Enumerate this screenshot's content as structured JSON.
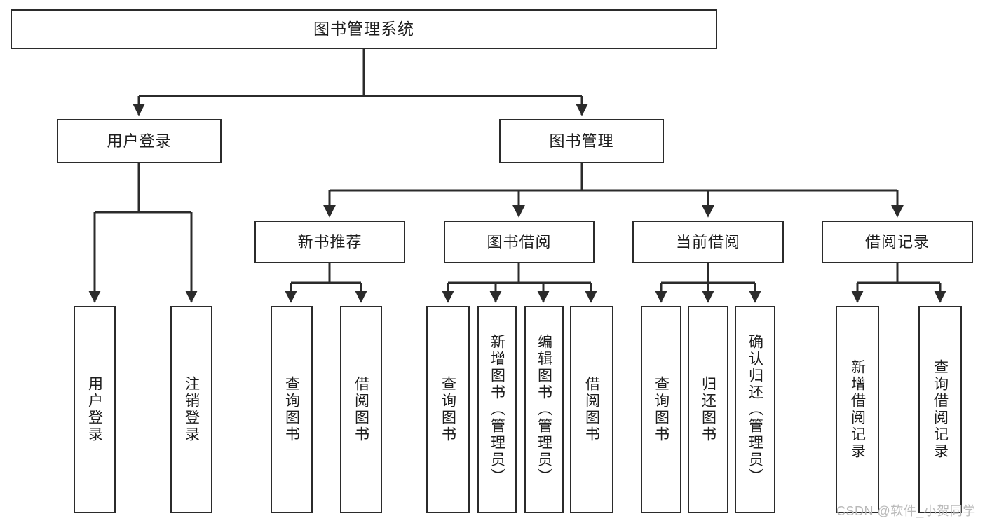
{
  "diagram": {
    "title": "图书管理系统",
    "watermark": "CSDN @软件_小贺同学",
    "colors": {
      "box_border": "#2b2b2b",
      "connector": "#2b2b2b",
      "background": "#ffffff",
      "text": "#1d1d1d",
      "watermark": "#b9b9b9"
    },
    "nodes": {
      "root": {
        "label": "图书管理系统"
      },
      "level2": [
        {
          "label": "用户登录"
        },
        {
          "label": "图书管理"
        }
      ],
      "level3": [
        {
          "label": "新书推荐"
        },
        {
          "label": "图书借阅"
        },
        {
          "label": "当前借阅"
        },
        {
          "label": "借阅记录"
        }
      ],
      "leaves": {
        "user_login": [
          {
            "label": "用户登录"
          },
          {
            "label": "注销登录"
          }
        ],
        "new_book_recommend": [
          {
            "label": "查询图书"
          },
          {
            "label": "借阅图书"
          }
        ],
        "book_borrow": [
          {
            "label": "查询图书"
          },
          {
            "label": "新增图书（管理员）"
          },
          {
            "label": "编辑图书（管理员）"
          },
          {
            "label": "借阅图书"
          }
        ],
        "current_borrow": [
          {
            "label": "查询图书"
          },
          {
            "label": "归还图书"
          },
          {
            "label": "确认归还（管理员）"
          }
        ],
        "borrow_record": [
          {
            "label": "新增借阅记录"
          },
          {
            "label": "查询借阅记录"
          }
        ]
      }
    }
  }
}
